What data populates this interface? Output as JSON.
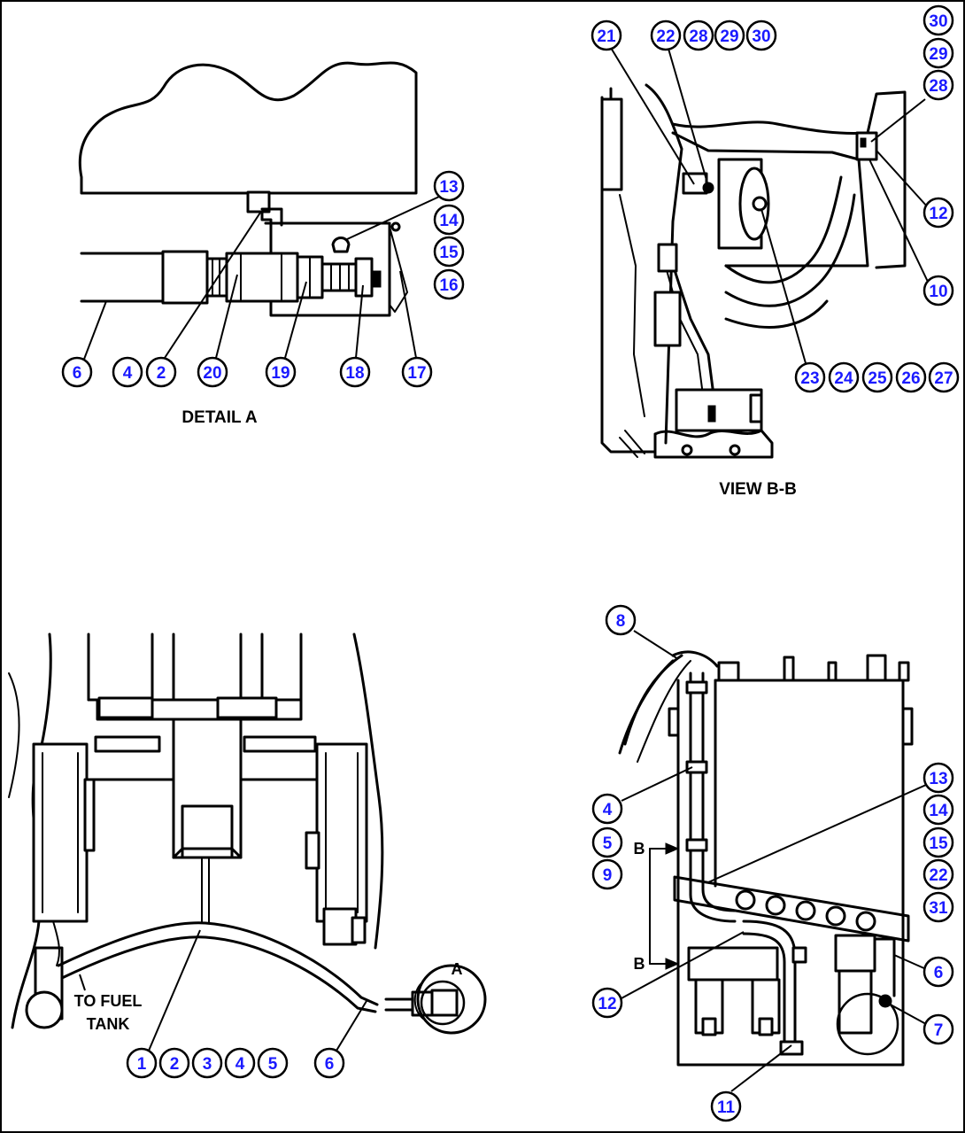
{
  "captions": {
    "detail_a": "DETAIL A",
    "view_bb": "VIEW B-B"
  },
  "notes": {
    "fuel_tank_line1": "TO FUEL",
    "fuel_tank_line2": "TANK",
    "detail_ref": "A",
    "section_b_top": "B",
    "section_b_bottom": "B"
  },
  "callouts": {
    "detail_a": [
      "6",
      "4",
      "2",
      "20",
      "19",
      "18",
      "17",
      "13",
      "14",
      "15",
      "16"
    ],
    "view_bb": [
      "21",
      "22",
      "28",
      "29",
      "30",
      "30",
      "29",
      "28",
      "12",
      "10",
      "23",
      "24",
      "25",
      "26",
      "27"
    ],
    "bottom_left": [
      "1",
      "2",
      "3",
      "4",
      "5",
      "6"
    ],
    "bottom_right": [
      "8",
      "4",
      "5",
      "9",
      "13",
      "14",
      "15",
      "22",
      "31",
      "6",
      "7",
      "12",
      "11"
    ]
  },
  "colors": {
    "callout_text": "#1a1aff",
    "line": "#000000",
    "background": "#ffffff"
  }
}
